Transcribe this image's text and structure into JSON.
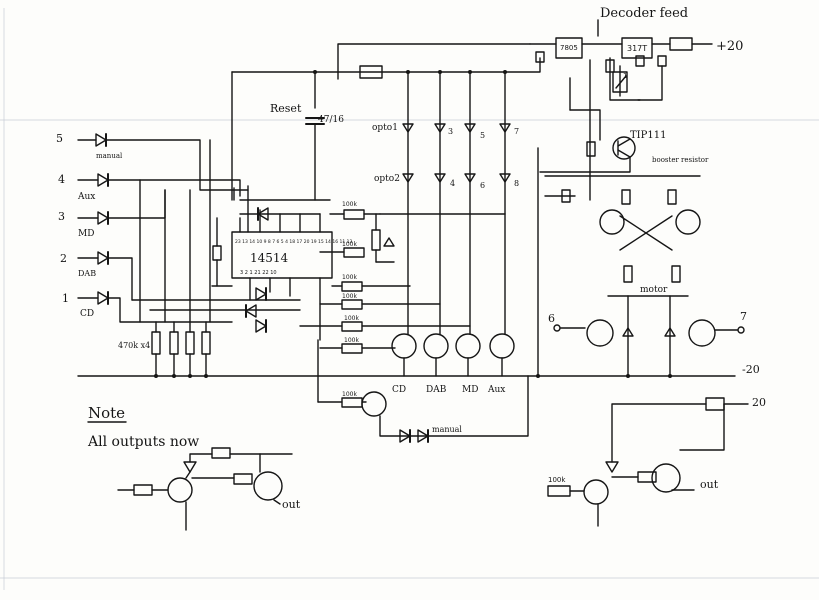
{
  "title": "Decoder feed",
  "labels": {
    "supply_pos": "+20",
    "supply_neg": "-20",
    "supply_neg_inset": "20",
    "reset": "Reset",
    "reset_cap": "47/16",
    "ic": "14514",
    "opto1": "opto1",
    "opto2": "opto2",
    "tip": "TIP111",
    "booster": "booster resistor",
    "motor": "motor",
    "node6": "6",
    "node7": "7",
    "reg1": "7805",
    "reg2": "317T",
    "resistor_bank": "470k x4",
    "manual_lower": "manual",
    "note": "Note",
    "note_body": "All outputs now",
    "out1": "out",
    "out2": "out"
  },
  "inputs": [
    {
      "num": "5",
      "name": "manual"
    },
    {
      "num": "4",
      "name": "Aux"
    },
    {
      "num": "3",
      "name": "MD"
    },
    {
      "num": "2",
      "name": "DAB"
    },
    {
      "num": "1",
      "name": "CD"
    }
  ],
  "led_numbers": [
    "3",
    "5",
    "7",
    "4",
    "6",
    "8"
  ],
  "resistor_values": [
    "100k",
    "100k",
    "100k",
    "100k",
    "100k",
    "100k",
    "100k",
    "100k"
  ],
  "driver_labels": [
    "CD",
    "DAB",
    "MD",
    "Aux"
  ],
  "ic_pins_top": "23 13 14 10 9 8 7 6 5 4 18 17 20 19 15 14 16 11 13",
  "ic_pins_bottom": "3 2 1 21 22 10"
}
